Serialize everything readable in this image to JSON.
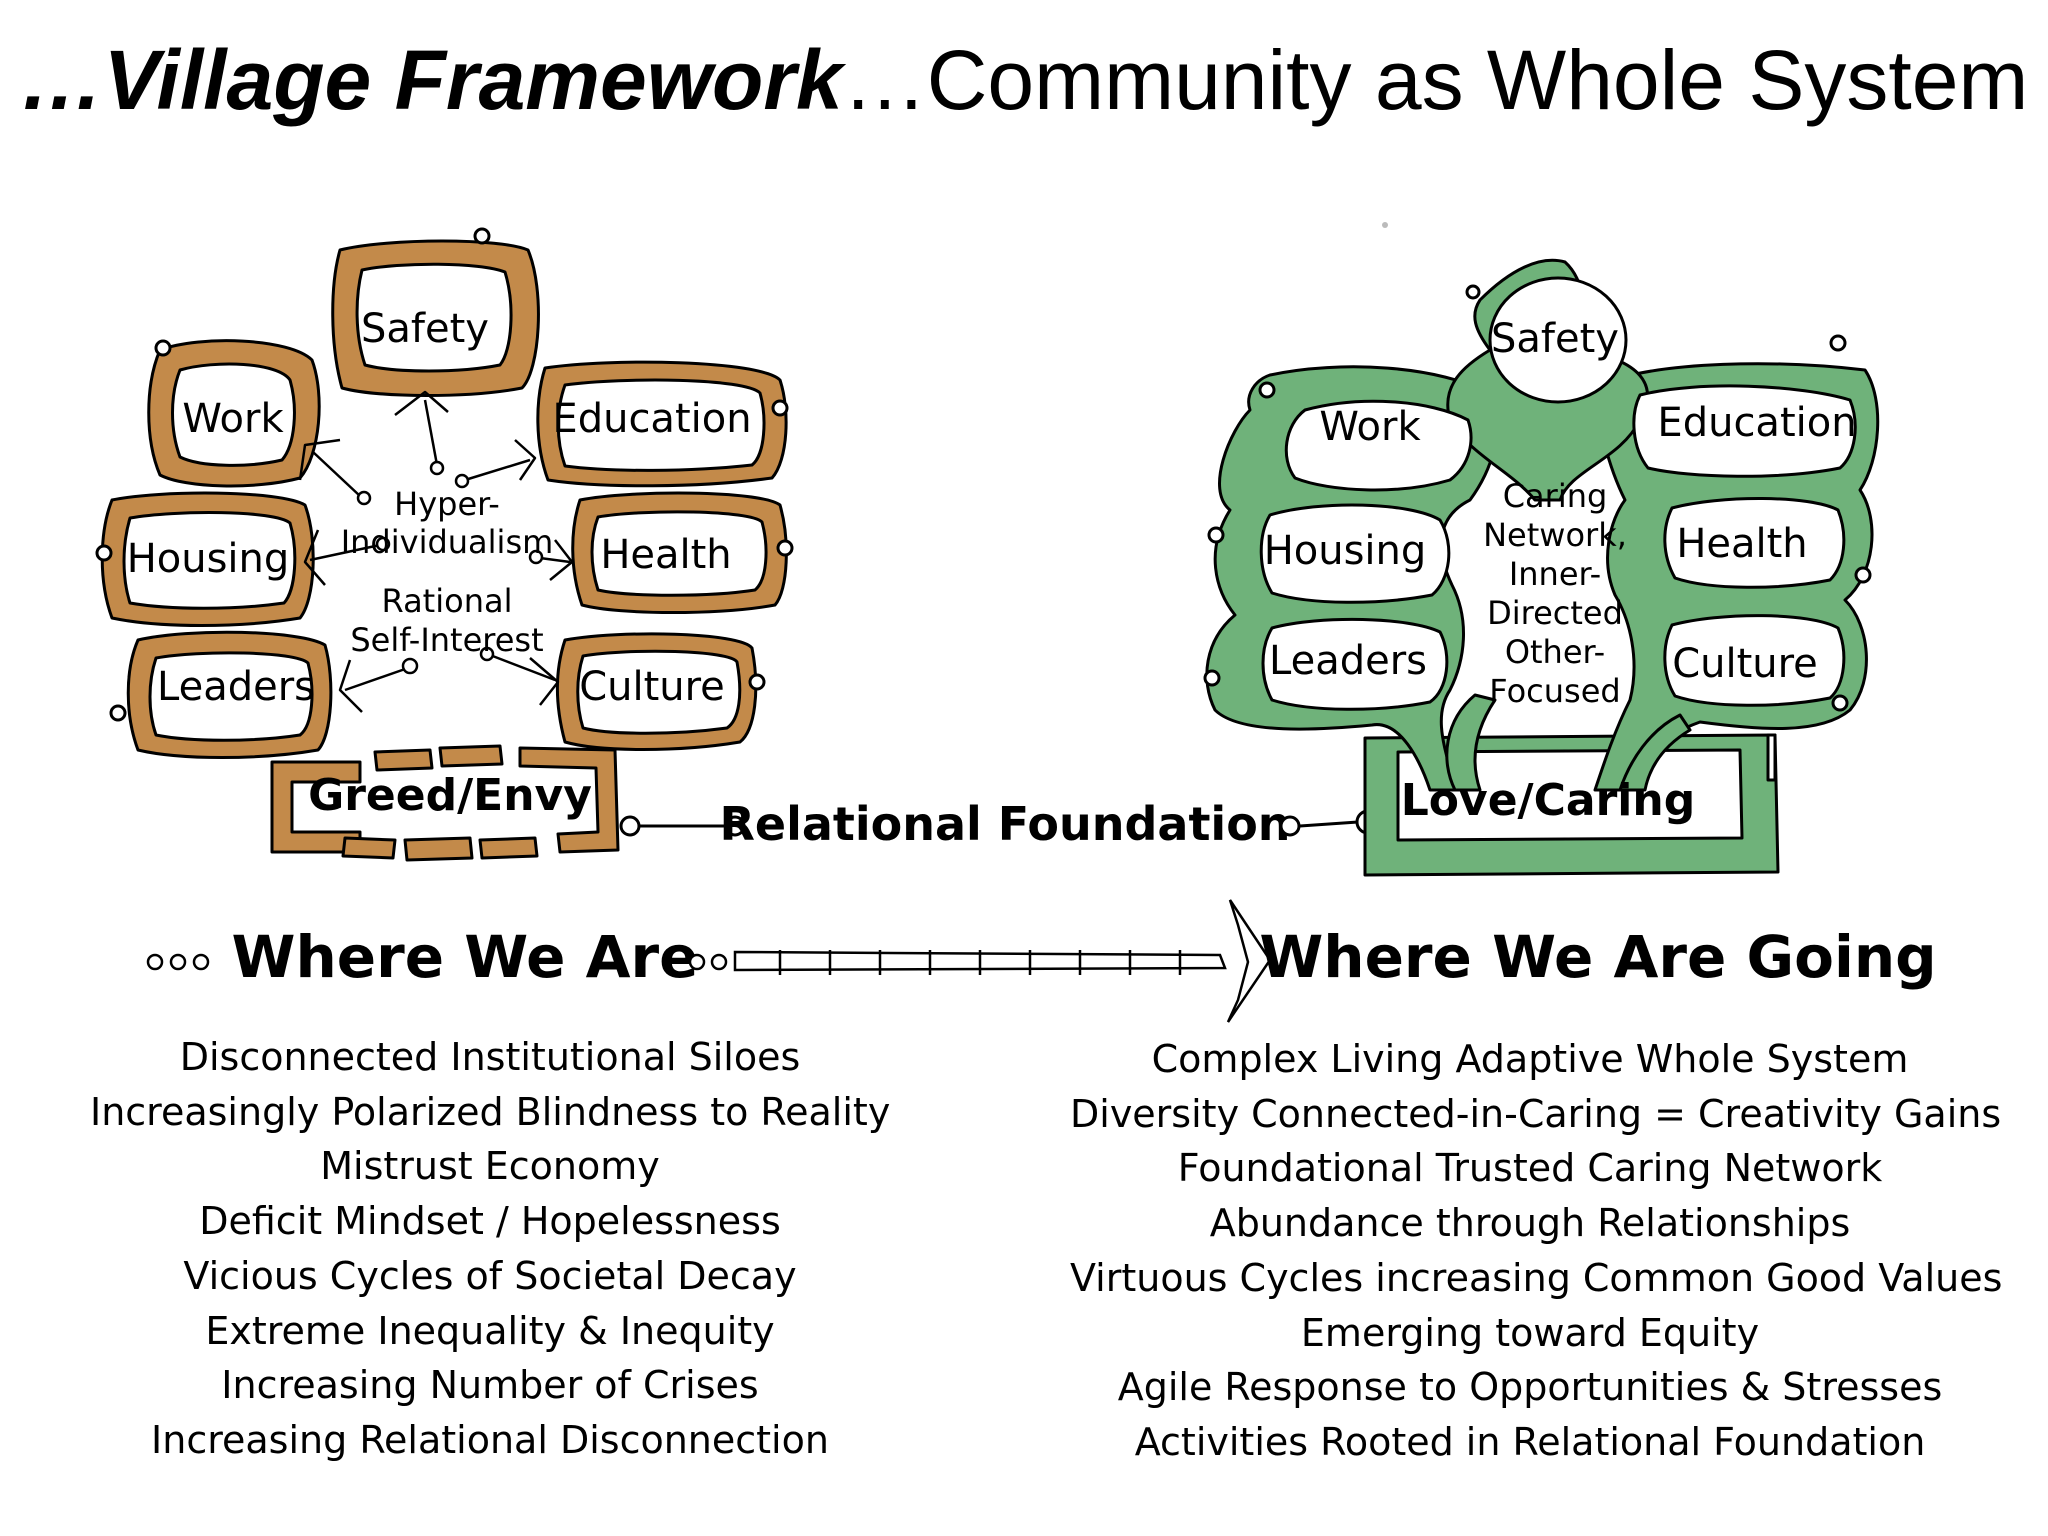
{
  "title": {
    "part1": "…Village Framework",
    "part2": "…Community as Whole System"
  },
  "left_diagram": {
    "nodes": [
      {
        "key": "safety",
        "label": "Safety"
      },
      {
        "key": "work",
        "label": "Work"
      },
      {
        "key": "education",
        "label": "Education"
      },
      {
        "key": "housing",
        "label": "Housing"
      },
      {
        "key": "health",
        "label": "Health"
      },
      {
        "key": "leaders",
        "label": "Leaders"
      },
      {
        "key": "culture",
        "label": "Culture"
      }
    ],
    "center_text": [
      "Hyper-",
      "Individualism",
      "Rational",
      "Self-Interest"
    ],
    "foundation": "Greed/Envy",
    "stroke_color": "#000000",
    "fill_color": "#c38a4a"
  },
  "right_diagram": {
    "nodes": [
      {
        "key": "safety",
        "label": "Safety"
      },
      {
        "key": "work",
        "label": "Work"
      },
      {
        "key": "education",
        "label": "Education"
      },
      {
        "key": "housing",
        "label": "Housing"
      },
      {
        "key": "health",
        "label": "Health"
      },
      {
        "key": "leaders",
        "label": "Leaders"
      },
      {
        "key": "culture",
        "label": "Culture"
      }
    ],
    "center_text": [
      "Caring",
      "Network,",
      "Inner-",
      "Directed",
      "Other-",
      "Focused"
    ],
    "foundation": "Love/Caring",
    "stroke_color": "#000000",
    "fill_color": "#6fb27a"
  },
  "relational_foundation": "Relational Foundation",
  "where_we_are": "Where We Are",
  "where_we_are_going": "Where We Are Going",
  "left_list": [
    "Disconnected Institutional Siloes",
    "Increasingly Polarized Blindness to Reality",
    "Mistrust Economy",
    "Deficit Mindset / Hopelessness",
    "Vicious Cycles of Societal Decay",
    "Extreme Inequality & Inequity",
    "Increasing Number of Crises",
    "Increasing Relational Disconnection"
  ],
  "right_list": [
    "Complex Living Adaptive Whole System",
    "Diversity Connected-in-Caring = Creativity Gains",
    "Foundational Trusted Caring Network",
    "Abundance through Relationships",
    "Virtuous Cycles increasing Common Good Values",
    "Emerging toward Equity",
    "Agile Response to Opportunities & Stresses",
    "Activities Rooted in Relational Foundation"
  ]
}
